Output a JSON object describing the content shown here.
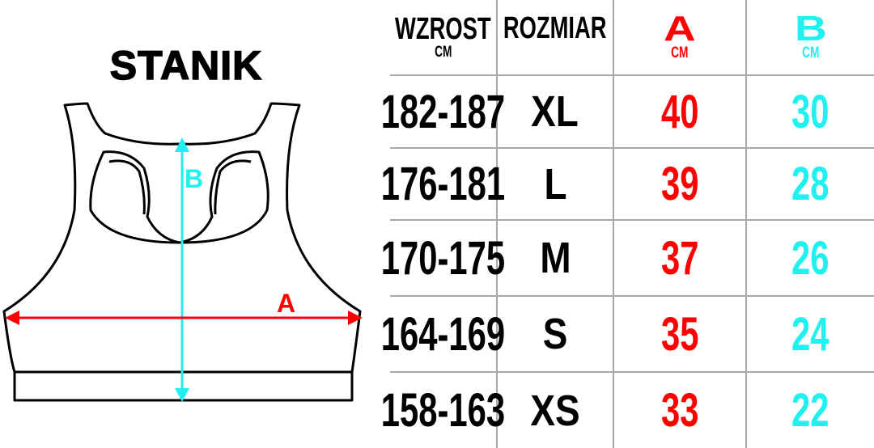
{
  "title": "STANIK",
  "diagram": {
    "label_a": "A",
    "label_b": "B"
  },
  "colors": {
    "a": "#ff0000",
    "b": "#1ff0f0"
  },
  "table": {
    "headers": [
      {
        "label": "WZROST",
        "unit": "CM"
      },
      {
        "label": "ROZMIAR",
        "unit": ""
      },
      {
        "label": "A",
        "unit": "CM"
      },
      {
        "label": "B",
        "unit": "CM"
      }
    ],
    "rows": [
      {
        "height": "182-187",
        "size": "XL",
        "a": "40",
        "b": "30"
      },
      {
        "height": "176-181",
        "size": "L",
        "a": "39",
        "b": "28"
      },
      {
        "height": "170-175",
        "size": "M",
        "a": "37",
        "b": "26"
      },
      {
        "height": "164-169",
        "size": "S",
        "a": "35",
        "b": "24"
      },
      {
        "height": "158-163",
        "size": "XS",
        "a": "33",
        "b": "22"
      }
    ]
  }
}
